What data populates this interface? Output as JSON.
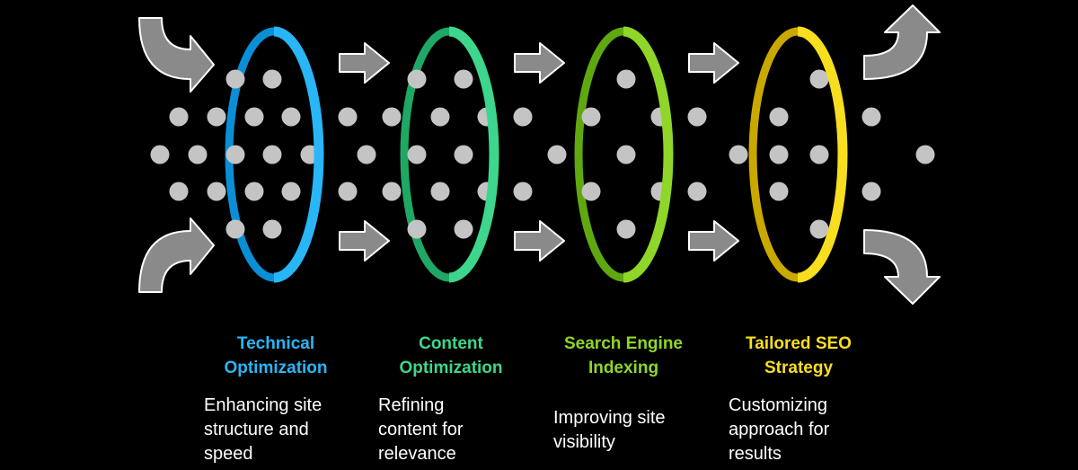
{
  "stages": [
    {
      "title_line1": "Technical",
      "title_line2": "Optimization",
      "desc_line1": "Enhancing site",
      "desc_line2": "structure and",
      "desc_line3": "speed",
      "color": "#29b6f6",
      "color_dark": "#0a8fd6"
    },
    {
      "title_line1": "Content",
      "title_line2": "Optimization",
      "desc_line1": "Refining",
      "desc_line2": "content for",
      "desc_line3": "relevance",
      "color": "#3dd68c",
      "color_dark": "#1fa865"
    },
    {
      "title_line1": "Search Engine",
      "title_line2": "Indexing",
      "desc_line1": "Improving site",
      "desc_line2": "visibility",
      "desc_line3": "",
      "color": "#8fd629",
      "color_dark": "#5fa80f"
    },
    {
      "title_line1": "Tailored SEO",
      "title_line2": "Strategy",
      "desc_line1": "Customizing",
      "desc_line2": "approach for",
      "desc_line3": "results",
      "color": "#f7de1f",
      "color_dark": "#c9a800"
    }
  ],
  "colors": {
    "dot": "#c4c4c4",
    "arrow": "#8a8a8a",
    "arrow_edge": "#ffffff",
    "background": "#000000"
  },
  "icons": [
    "curved-arrow-in-icon",
    "arrow-right-icon",
    "curved-arrow-out-icon",
    "filter-ring-icon"
  ]
}
